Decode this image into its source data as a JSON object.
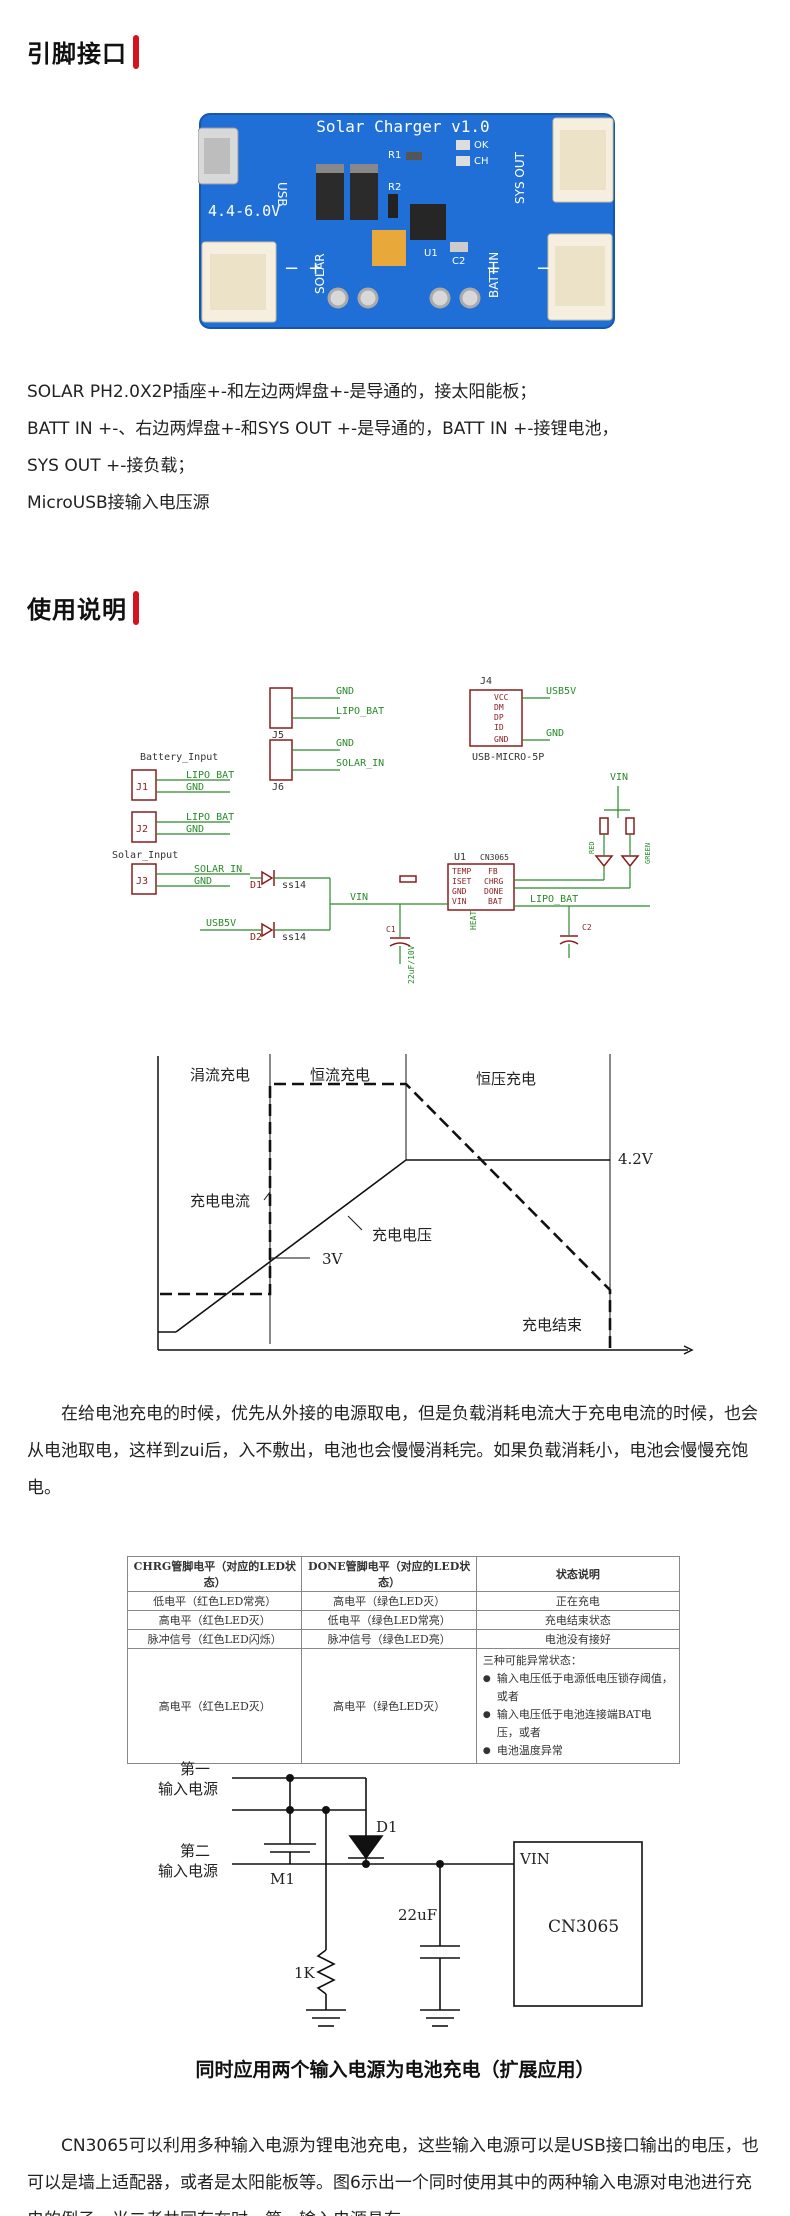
{
  "section1": {
    "title": "引脚接口"
  },
  "board": {
    "name": "Solar Charger v1.0",
    "input_range": "4.4-6.0V",
    "labels": [
      "USB",
      "SYS OUT",
      "SOLAR",
      "BATT IN",
      "OK",
      "CH",
      "R1",
      "R2",
      "U1",
      "C2"
    ],
    "board_color": "#1f6fd6"
  },
  "pins_text": [
    "SOLAR PH2.0X2P插座+-和左边两焊盘+-是导通的，接太阳能板；",
    "BATT IN +-、右边两焊盘+-和SYS OUT +-是导通的，BATT IN +-接锂电池，",
    "SYS OUT +-接负载；",
    "MicroUSB接输入电压源"
  ],
  "section2": {
    "title": "使用说明"
  },
  "schematic": {
    "j4": "J4",
    "usb_label": "USB-MICRO-5P",
    "usb_pins": [
      "VCC",
      "DM",
      "DP",
      "ID",
      "GND"
    ],
    "usb_nets": [
      "USB5V",
      "GND"
    ],
    "j5": "J5",
    "j6": "J6",
    "j5_nets": [
      "GND",
      "LIPO_BAT"
    ],
    "j6_nets": [
      "GND",
      "SOLAR_IN"
    ],
    "battery_input": "Battery_Input",
    "solar_input": "Solar_Input",
    "j1": "J1",
    "j2": "J2",
    "j3": "J3",
    "j1_nets": [
      "LIPO_BAT",
      "GND"
    ],
    "j2_nets": [
      "LIPO_BAT",
      "GND"
    ],
    "j3_nets": [
      "SOLAR_IN",
      "GND"
    ],
    "d1": "D1",
    "d2": "D2",
    "diode": "ss14",
    "vin": "VIN",
    "usb5v": "USB5V",
    "u1": "U1",
    "chip": "CN3065",
    "chip_pins_left": [
      "TEMP",
      "ISET",
      "GND",
      "VIN"
    ],
    "chip_pins_right": [
      "FB",
      "CHRG",
      "DONE",
      "BAT"
    ],
    "lipo": "LIPO_BAT",
    "heat": "HEAT",
    "c1": "C1",
    "c1_val": "22uF/10V",
    "c2": "C2",
    "vin_top": "VIN",
    "leds": [
      "RED",
      "GREEN"
    ]
  },
  "charge_curve": {
    "zones": [
      "涓流充电",
      "恒流充电",
      "恒压充电"
    ],
    "labels": {
      "current": "充电电流",
      "voltage": "充电电压",
      "v3": "3V",
      "v42": "4.2V",
      "end": "充电结束"
    }
  },
  "charge_text": "在给电池充电的时候，优先从外接的电源取电，但是负载消耗电流大于充电电流的时候，也会从电池取电，这样到zui后，入不敷出，电池也会慢慢消耗完。如果负载消耗小，电池会慢慢充饱电。",
  "status_table": {
    "headers": [
      "CHRG管脚电平（对应的LED状态）",
      "DONE管脚电平（对应的LED状态）",
      "状态说明"
    ],
    "rows": [
      [
        "低电平（红色LED常亮）",
        "高电平（绿色LED灭）",
        "正在充电"
      ],
      [
        "高电平（红色LED灭）",
        "低电平（绿色LED常亮）",
        "充电结束状态"
      ],
      [
        "脉冲信号（红色LED闪烁）",
        "脉冲信号（绿色LED亮）",
        "电池没有接好"
      ]
    ],
    "last_row": {
      "chrg": "高电平（红色LED灭）",
      "done": "高电平（绿色LED灭）",
      "intro": "三种可能异常状态：",
      "items": [
        "输入电压低于电源低电压锁存阈值，或者",
        "输入电压低于电池连接端BAT电压，或者",
        "电池温度异常"
      ]
    }
  },
  "dual_input": {
    "first": [
      "第一",
      "输入电源"
    ],
    "second": [
      "第二",
      "输入电源"
    ],
    "d1": "D1",
    "m1": "M1",
    "cap": "22uF",
    "res": "1K",
    "vin": "VIN",
    "chip": "CN3065"
  },
  "dual_caption": "同时应用两个输入电源为电池充电（扩展应用）",
  "final_text": "CN3065可以利用多种输入电源为锂电池充电，这些输入电源可以是USB接口输出的电压，也可以是墙上适配器，或者是太阳能板等。图6示出一个同时使用其中的两种输入电源对电池进行充电的例子，当二者共同存在时，第一输入电源具有"
}
